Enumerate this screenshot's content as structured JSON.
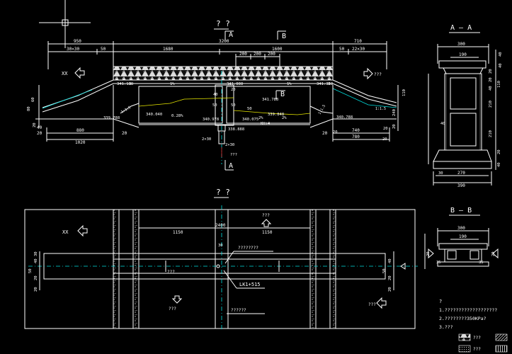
{
  "titles": {
    "elevation": "? ?",
    "plan": "? ?",
    "sectionAA": "A — A",
    "sectionBB": "B — B",
    "sectionMarkA": "A",
    "sectionMarkB": "B"
  },
  "elevation": {
    "dims_top": [
      "950",
      "3200",
      "710",
      "30×30",
      "50",
      "1680",
      "1600",
      "50",
      "22×30",
      "200",
      "200",
      "200"
    ],
    "dims_bottom": [
      "880",
      "1020",
      "20",
      "20",
      "740",
      "780",
      "20",
      "40"
    ],
    "dims_side": [
      "60",
      "80",
      "20",
      "110",
      "240",
      "20"
    ],
    "elevations": [
      "341.188",
      "341.888",
      "341.368",
      "340.040",
      "340.978",
      "340.075",
      "339.848",
      "339.788",
      "338.888",
      "340.788",
      "341.788"
    ],
    "labels": [
      "XX",
      "???",
      "1%",
      "1%",
      "0.28%",
      "2%",
      "2%",
      "1:1.5",
      "1:1.5",
      "1:1.5",
      "50",
      "50",
      "2×30",
      "2×30",
      "???",
      "KH+4",
      "3",
      "3",
      "50",
      "20",
      "40",
      "20",
      "20",
      "20"
    ]
  },
  "sectionAA": {
    "dims": [
      "300",
      "190",
      "270",
      "390",
      "30",
      "40",
      "40",
      "20",
      "20",
      "40",
      "110",
      "210",
      "210",
      "20",
      "40"
    ]
  },
  "sectionBB": {
    "dims": [
      "300",
      "190",
      "35",
      "35",
      "20",
      "20"
    ]
  },
  "plan": {
    "labels": [
      "XX",
      "???",
      "???",
      "???",
      "???",
      "????????",
      "??????"
    ],
    "station": "LK1+515",
    "dims": [
      "2400",
      "1150",
      "1150",
      "30",
      "40",
      "50",
      "20",
      "20",
      "30",
      "40",
      "50",
      "20",
      "20"
    ]
  },
  "notes": {
    "head": "?",
    "lines": [
      "1.???????????????????",
      "2.????????350KPa?",
      "3.???"
    ]
  },
  "legend": [
    "???",
    "???"
  ]
}
